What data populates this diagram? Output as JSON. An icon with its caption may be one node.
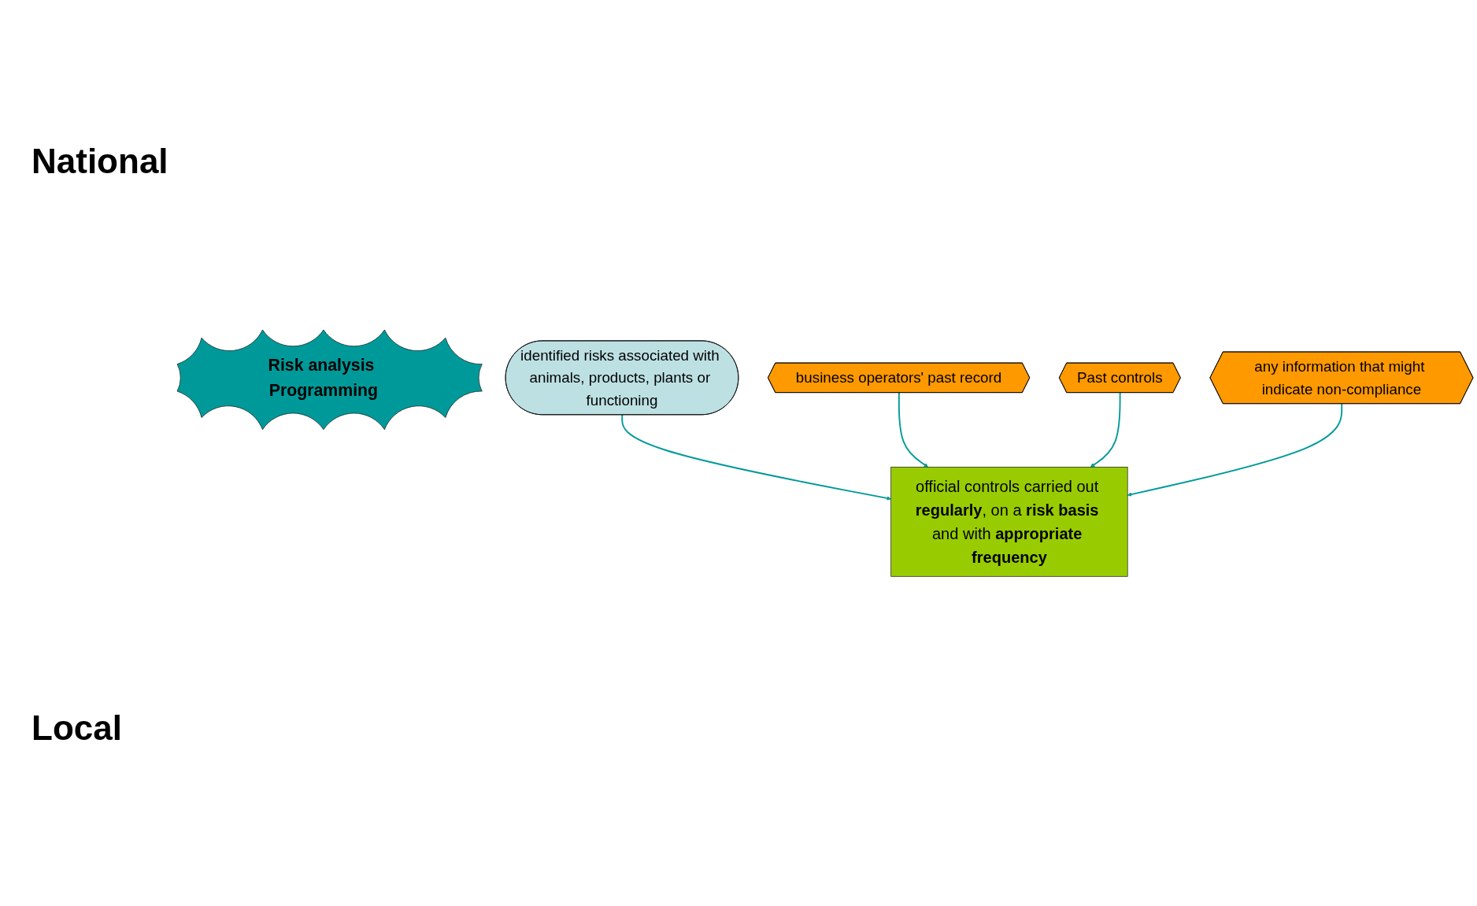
{
  "diagram": {
    "nodes": [
      {
        "text": [
          "Risk analysis Programming"
        ]
      },
      {
        "text": [
          "identified risks associated with animals, products, plants or functioning"
        ]
      },
      {
        "text": [
          "official controls carried out **regularly**, on a **risk basis** and with **appropriate frequency**"
        ]
      },
      {
        "text": [
          "business operators' past record"
        ]
      },
      {
        "text": [
          "Past controls"
        ]
      },
      {
        "text": [
          "any information that might indicate non-compliance"
        ]
      }
    ],
    "edges": [
      {
        "from": 1,
        "to": 2,
        "arrow": "to"
      },
      {
        "from": 3,
        "to": 2,
        "arrow": "to"
      },
      {
        "from": 4,
        "to": 2,
        "arrow": "to"
      },
      {
        "from": 5,
        "to": 2,
        "arrow": "to"
      }
    ],
    "labels": [
      "National",
      "Local"
    ]
  }
}
